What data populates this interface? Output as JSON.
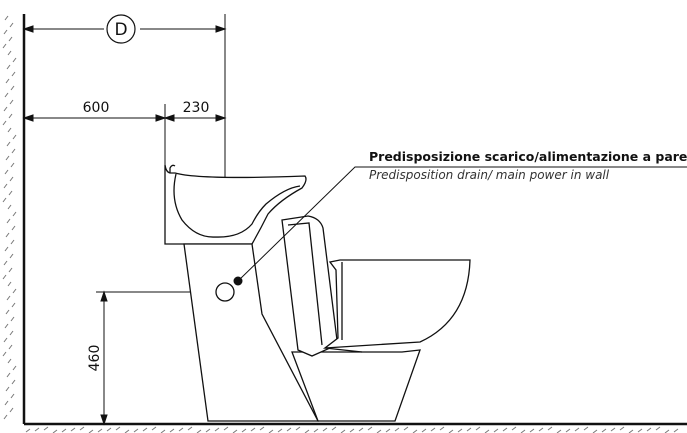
{
  "dimensions": {
    "overall_label": "D",
    "left_width": "600",
    "right_width": "230",
    "height": "460"
  },
  "callout": {
    "title": "Predisposizione scarico/alimentazione a parete",
    "subtitle": "Predisposition drain/ main power in wall"
  },
  "colors": {
    "line": "#111111",
    "hatch": "#777777",
    "background": "#ffffff"
  }
}
